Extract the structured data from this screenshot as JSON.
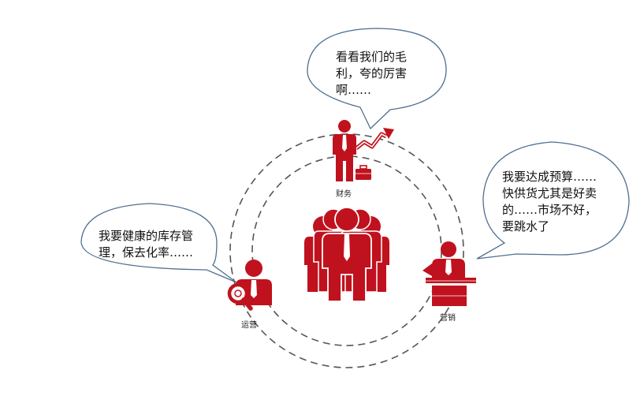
{
  "colors": {
    "figure": "#c0121e",
    "bubble_stroke": "#4f6f8f",
    "ring": "#555555"
  },
  "bubbles": {
    "finance": {
      "lines": [
        "看看我们的毛",
        "利，夸的厉害",
        "啊……"
      ]
    },
    "marketing": {
      "lines": [
        "我要达成预算……",
        "快供货尤其是好卖",
        "的……市场不好，",
        "要跳水了"
      ]
    },
    "operations": {
      "lines": [
        "我要健康的库存管",
        "理，保去化率……"
      ]
    }
  },
  "roles": {
    "finance": "财务",
    "marketing": "营销",
    "operations": "运营"
  },
  "icons": {
    "center": "team-group-icon",
    "finance": "businessman-growth-arrow-icon",
    "marketing": "speaker-podium-icon",
    "operations": "businessman-magnifier-icon"
  }
}
